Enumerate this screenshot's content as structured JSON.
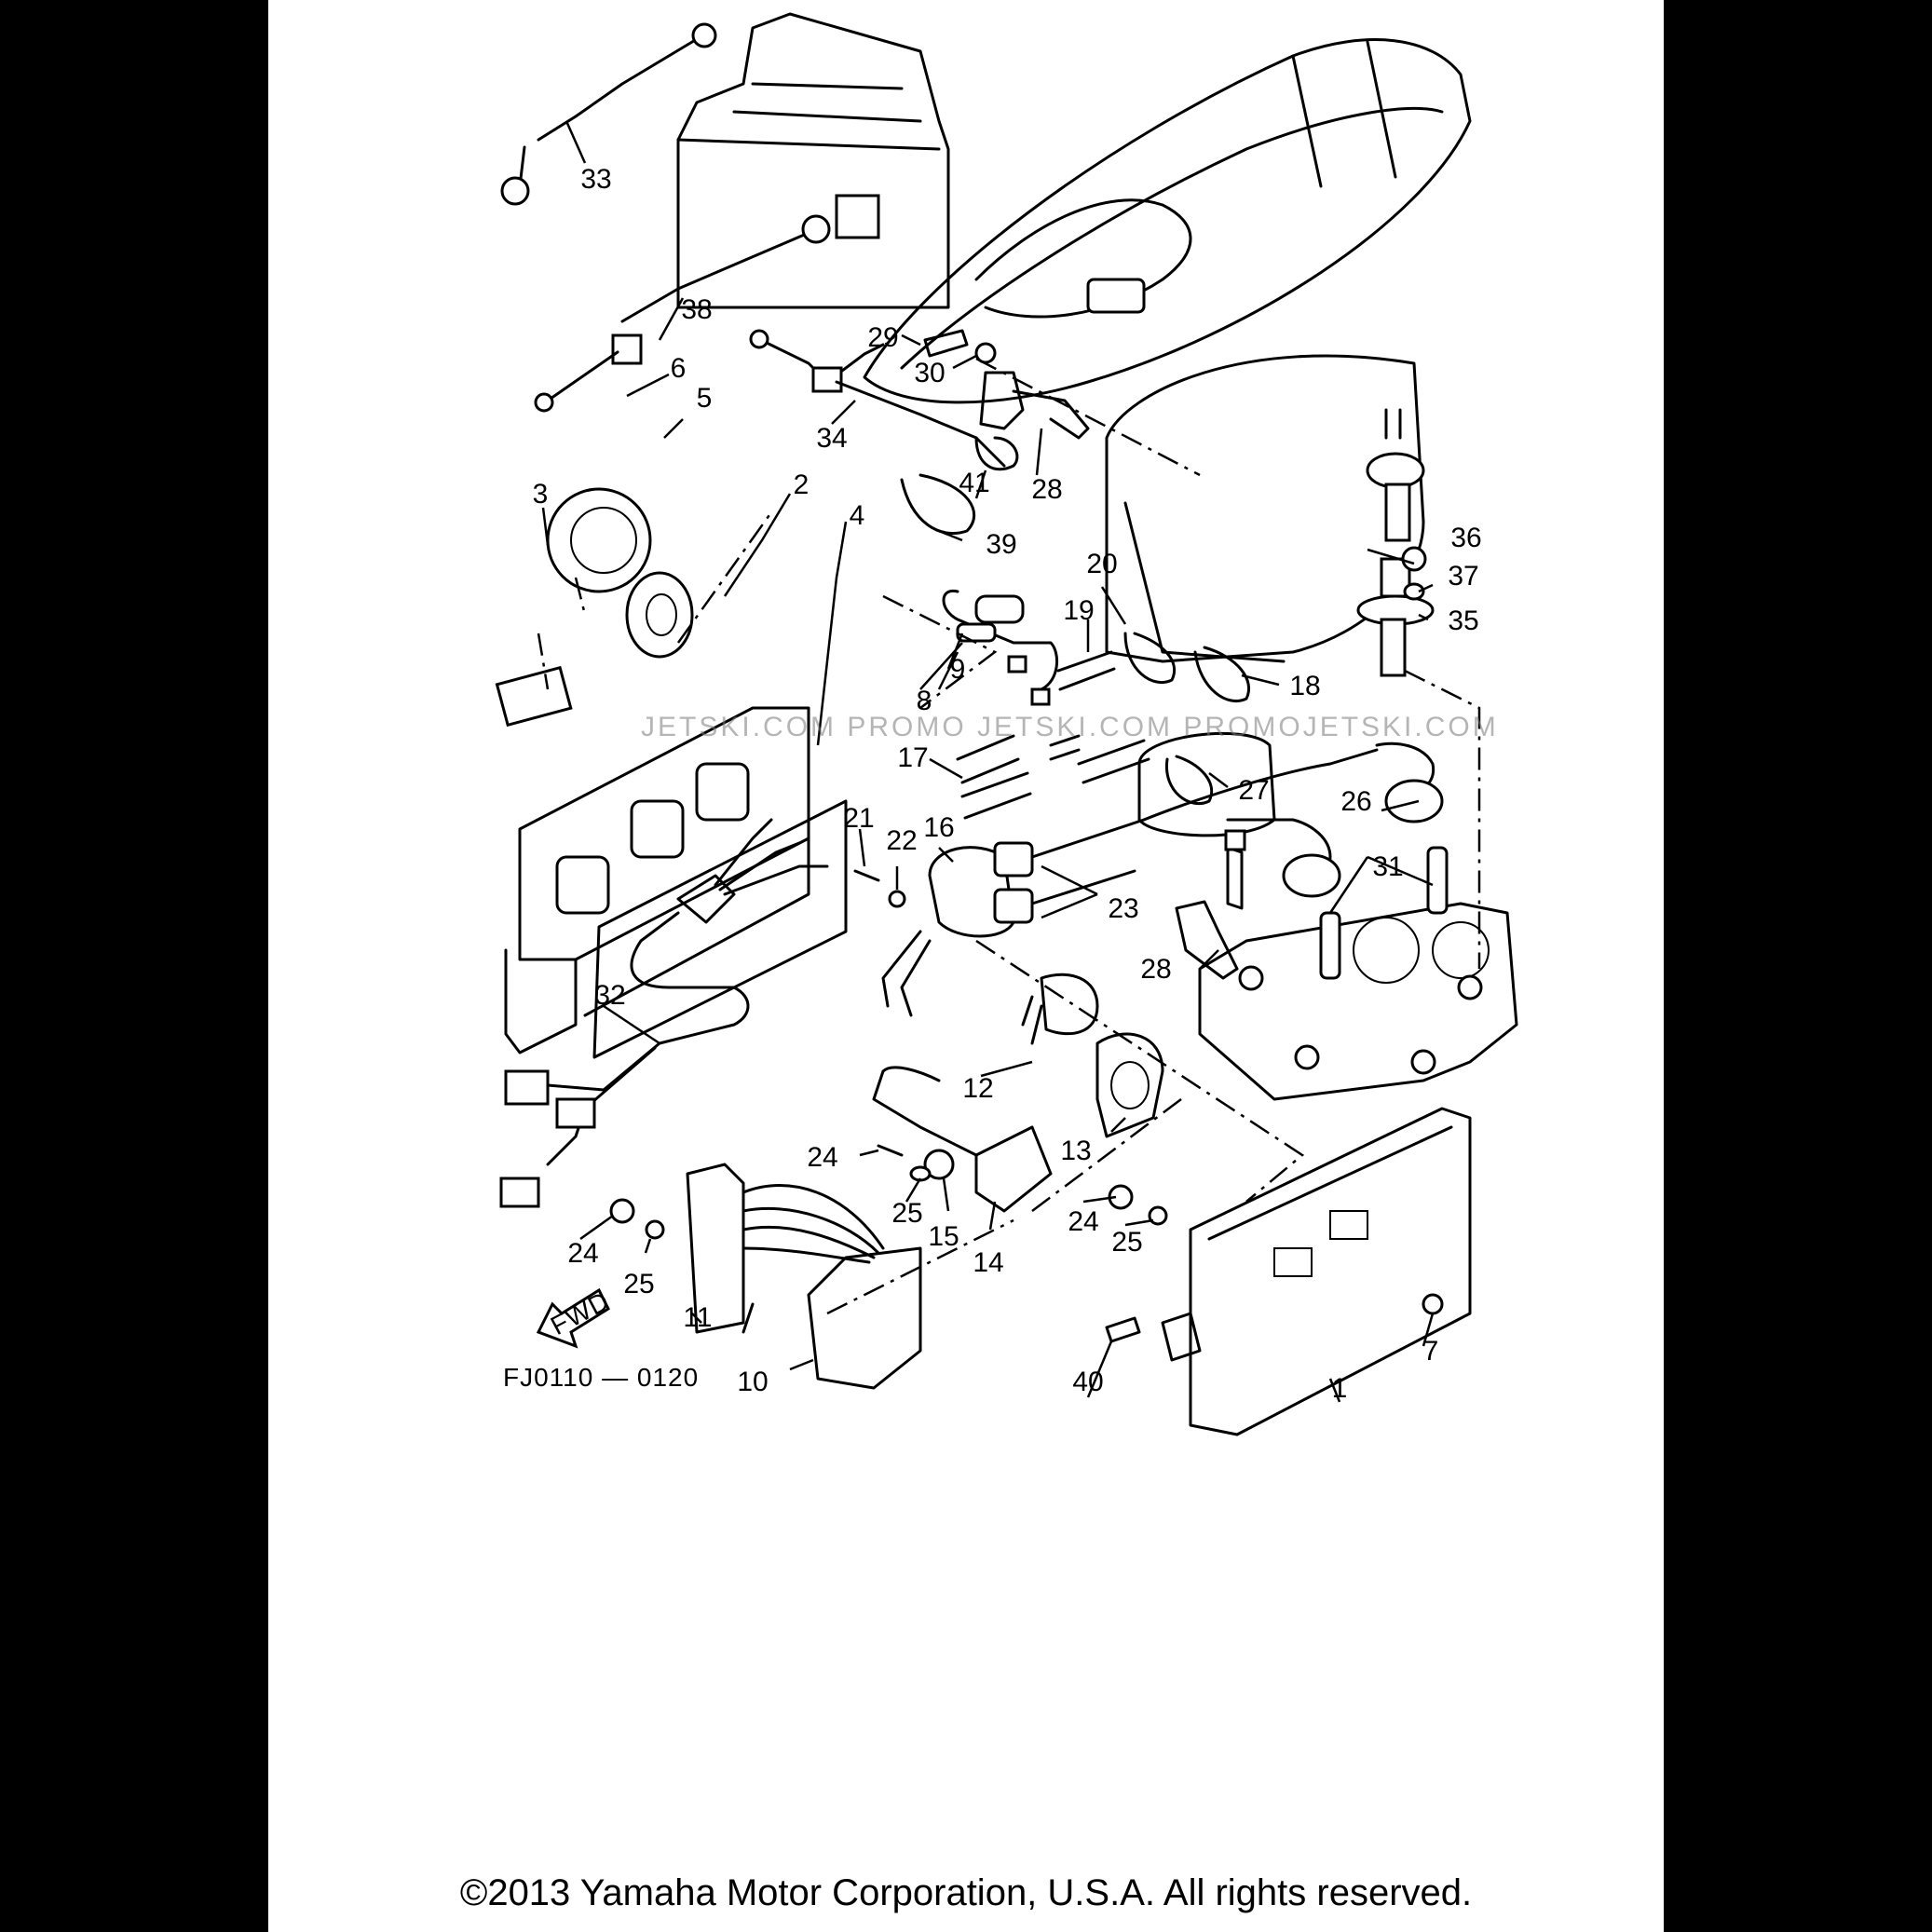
{
  "diagram": {
    "callouts": {
      "c1": "1",
      "c2": "2",
      "c3": "3",
      "c4": "4",
      "c5": "5",
      "c6": "6",
      "c7": "7",
      "c8": "8",
      "c9": "9",
      "c10": "10",
      "c11": "11",
      "c12": "12",
      "c13": "13",
      "c14": "14",
      "c15": "15",
      "c16": "16",
      "c17": "17",
      "c18": "18",
      "c19": "19",
      "c20": "20",
      "c21": "21",
      "c22": "22",
      "c23": "23",
      "c24a": "24",
      "c24b": "24",
      "c24c": "24",
      "c25a": "25",
      "c25b": "25",
      "c25c": "25",
      "c26": "26",
      "c27": "27",
      "c28a": "28",
      "c28b": "28",
      "c29": "29",
      "c30": "30",
      "c31": "31",
      "c32": "32",
      "c33": "33",
      "c34": "34",
      "c35": "35",
      "c36": "36",
      "c37": "37",
      "c38": "38",
      "c39": "39",
      "c40": "40",
      "c41": "41"
    },
    "fwd_arrow": "FWD",
    "figure_code": "FJ0110 — 0120",
    "watermark": "JETSKI.COM   PROMO JETSKI.COM   PROMOJETSKI.COM"
  },
  "footer": {
    "copyright": "©2013 Yamaha Motor Corporation, U.S.A. All rights reserved."
  }
}
